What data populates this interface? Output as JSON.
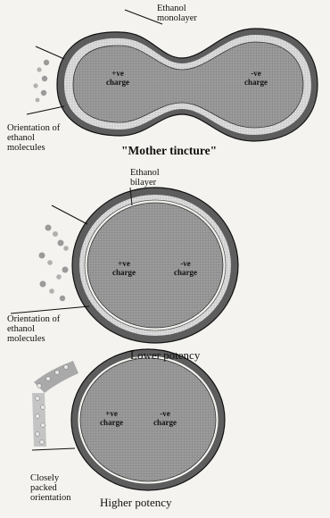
{
  "diagram1": {
    "top_label": [
      "Ethanol",
      "monolayer"
    ],
    "left_charge": [
      "+ve",
      "charge"
    ],
    "right_charge": [
      "-ve",
      "charge"
    ],
    "side_label": [
      "Orientation of",
      "ethanol",
      "molecules"
    ],
    "caption": "\"Mother tincture\""
  },
  "diagram2": {
    "top_label": [
      "Ethanol",
      "bilayer"
    ],
    "left_charge": [
      "+ve",
      "charge"
    ],
    "right_charge": [
      "-ve",
      "charge"
    ],
    "side_label": [
      "Orientation of",
      "ethanol",
      "molecules"
    ],
    "caption": "Lower potency"
  },
  "diagram3": {
    "left_charge": [
      "+ve",
      "charge"
    ],
    "right_charge": [
      "-ve",
      "charge"
    ],
    "side_label": [
      "Closely",
      "packed",
      "orientation"
    ],
    "caption": "Higher potency"
  },
  "colors": {
    "outer_shell": "#5d5d5d",
    "bilayer_band": "#cfcfcf",
    "core": "#8f8f8f",
    "molecule": "#9a9a9a"
  }
}
